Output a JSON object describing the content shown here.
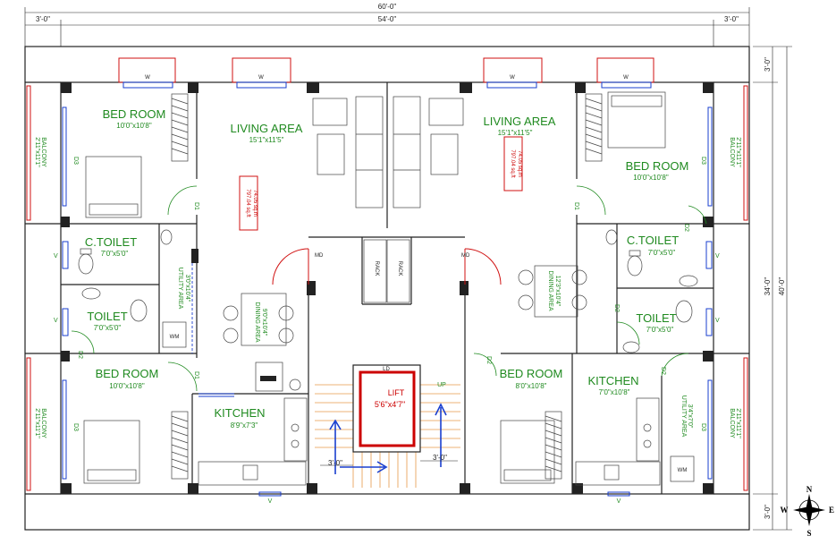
{
  "dimensions": {
    "overall_width": "60'-0\"",
    "inner_width": "54'-0\"",
    "left_offset": "3'-0\"",
    "right_offset": "3'-0\"",
    "overall_depth": "40'-0\"",
    "inner_depth": "34'-0\"",
    "top_offset": "3'-0\"",
    "bottom_offset": "3'-0\"",
    "stair_left": "3'-0\"",
    "stair_right": "3'-0\""
  },
  "rooms": {
    "bed_tl": {
      "name": "BED ROOM",
      "size": "10'0\"x10'8\""
    },
    "living_l": {
      "name": "LIVING AREA",
      "size": "15'1\"x11'5\""
    },
    "living_r": {
      "name": "LIVING AREA",
      "size": "15'1\"x11'5\""
    },
    "bed_tr": {
      "name": "BED ROOM",
      "size": "10'0\"x10'8\""
    },
    "ctoilet_l": {
      "name": "C.TOILET",
      "size": "7'0\"x5'0\""
    },
    "ctoilet_r": {
      "name": "C.TOILET",
      "size": "7'0\"x5'0\""
    },
    "toilet_l": {
      "name": "TOILET",
      "size": "7'0\"x5'0\""
    },
    "toilet_r": {
      "name": "TOILET",
      "size": "7'0\"x5'0\""
    },
    "bed_bl": {
      "name": "BED ROOM",
      "size": "10'0\"x10'8\""
    },
    "kitchen_l": {
      "name": "KITCHEN",
      "size": "8'9\"x7'3\""
    },
    "bed_br": {
      "name": "BED ROOM",
      "size": "8'0\"x10'8\""
    },
    "kitchen_r": {
      "name": "KITCHEN",
      "size": "7'0\"x10'8\""
    },
    "lift": {
      "name": "LIFT",
      "size": "5'6\"x4'7\""
    },
    "dining_l": {
      "name": "DINING AREA",
      "size": "9'0\"x10'4\""
    },
    "dining_r": {
      "name": "DINING AREA",
      "size": "12'3\"x10'4\""
    },
    "utility_l": {
      "name": "UTILITY AREA",
      "size": "3'0\"x10'4\""
    },
    "utility_r": {
      "name": "UTILITY AREA",
      "size": "3'4\"x7'0\""
    },
    "balcony": {
      "name": "BALCONY",
      "size": "2'11\"x11'1\""
    }
  },
  "area_note": {
    "line1": "797.04 sq.ft",
    "line2": "74.05 sq.m"
  },
  "tags": {
    "window": "W",
    "ventilator": "V",
    "main_door": "MD",
    "door1": "D1",
    "door2": "D2",
    "door3": "D3",
    "rack": "RACK",
    "washing_machine": "WM",
    "lift_door": "LD",
    "up": "UP"
  },
  "compass": {
    "n": "N",
    "s": "S",
    "e": "E",
    "w": "W"
  },
  "colors": {
    "room_text": "#1f8a1f",
    "window": "#1a3fcf",
    "outline": "#d01010",
    "stair": "#e69a4a"
  }
}
